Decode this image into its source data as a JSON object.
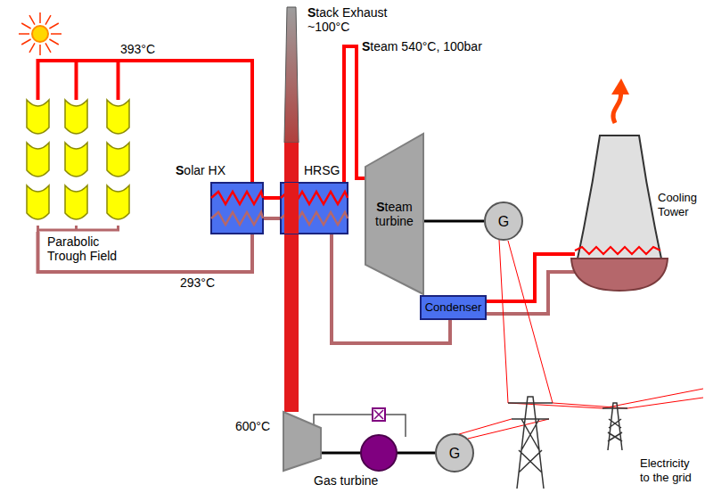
{
  "diagram": {
    "nodes": [
      {
        "text": [
          "Parabolic Trough Field"
        ]
      },
      {
        "text": [
          "Solar HX"
        ]
      },
      {
        "text": [
          "HRSG"
        ]
      },
      {
        "text": [
          "Steam turbine"
        ]
      },
      {
        "text": [
          "G"
        ]
      },
      {
        "text": [
          "Condenser"
        ]
      },
      {
        "text": [
          "Cooling Tower"
        ]
      },
      {
        "text": [
          "Gas turbine"
        ]
      },
      {
        "text": [
          "G"
        ]
      }
    ],
    "edges": [
      {
        "from": 0,
        "to": 1,
        "label": "393°C",
        "arrow": "none"
      },
      {
        "from": 1,
        "to": 0,
        "label": "293°C",
        "arrow": "none"
      },
      {
        "from": 1,
        "to": 2,
        "arrow": "none"
      },
      {
        "from": 2,
        "to": 3,
        "label": "Steam 540°C, 100bar",
        "arrow": "none"
      },
      {
        "from": 3,
        "to": 4,
        "arrow": "none"
      },
      {
        "from": 5,
        "to": 6,
        "arrow": "none"
      },
      {
        "from": 6,
        "to": 5,
        "arrow": "none"
      },
      {
        "from": 5,
        "to": 2,
        "arrow": "none"
      },
      {
        "from": 7,
        "to": 8,
        "arrow": "none"
      }
    ],
    "labels": [
      "Stack Exhaust ~100°C",
      "600°C",
      "Electricity to the grid"
    ]
  }
}
